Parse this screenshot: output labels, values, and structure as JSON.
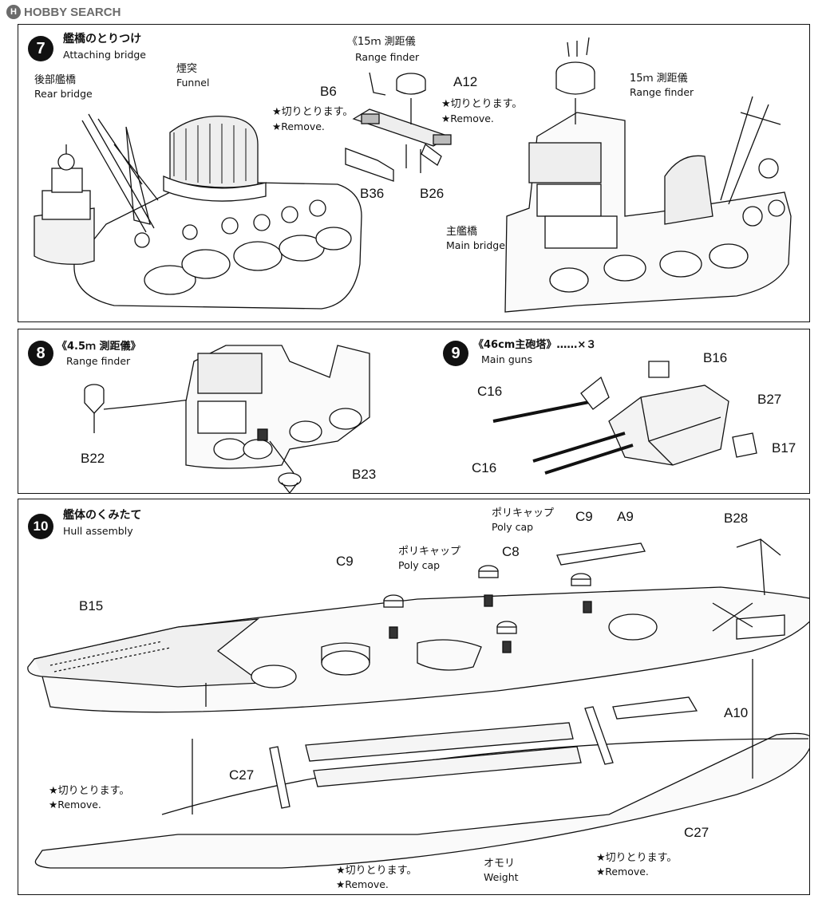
{
  "watermark": {
    "badge": "H",
    "text": "HOBBY SEARCH"
  },
  "step7": {
    "number": "7",
    "title_jp": "艦橋のとりつけ",
    "title_en": "Attaching bridge",
    "rear_bridge_jp": "後部艦橋",
    "rear_bridge_en": "Rear bridge",
    "funnel_jp": "煙突",
    "funnel_en": "Funnel",
    "rf15_title": "《15ｍ 測距儀",
    "rf15_en": "Range finder",
    "remove_jp_1": "★切りとります。",
    "remove_en_1": "★Remove.",
    "remove_jp_2": "★切りとります。",
    "remove_en_2": "★Remove.",
    "rf15_right_jp": "15ｍ 測距儀",
    "rf15_right_en": "Range finder",
    "main_bridge_jp": "主艦橋",
    "main_bridge_en": "Main bridge",
    "parts": {
      "b6": "B6",
      "a12": "A12",
      "b36": "B36",
      "b26": "B26"
    }
  },
  "step8": {
    "number": "8",
    "title": "《4.5ｍ 測距儀》",
    "title_en": "Range finder",
    "parts": {
      "b22": "B22",
      "b23": "B23"
    }
  },
  "step9": {
    "number": "9",
    "title": "《46cm主砲塔》……×３",
    "title_en": "Main guns",
    "parts": {
      "b16": "B16",
      "b27": "B27",
      "b17": "B17",
      "c16a": "C16",
      "c16b": "C16"
    }
  },
  "step10": {
    "number": "10",
    "title_jp": "艦体のくみたて",
    "title_en": "Hull assembly",
    "polycap1_jp": "ポリキャップ",
    "polycap1_en": "Poly cap",
    "polycap2_jp": "ポリキャップ",
    "polycap2_en": "Poly cap",
    "remove_jp_1": "★切りとります。",
    "remove_en_1": "★Remove.",
    "remove_jp_2": "★切りとります。",
    "remove_en_2": "★Remove.",
    "remove_jp_3": "★切りとります。",
    "remove_en_3": "★Remove.",
    "weight_jp": "オモリ",
    "weight_en": "Weight",
    "parts": {
      "b15": "B15",
      "c9a": "C9",
      "c8": "C8",
      "c9b": "C9",
      "a9": "A9",
      "b28": "B28",
      "a10": "A10",
      "c27a": "C27",
      "c27b": "C27"
    }
  }
}
